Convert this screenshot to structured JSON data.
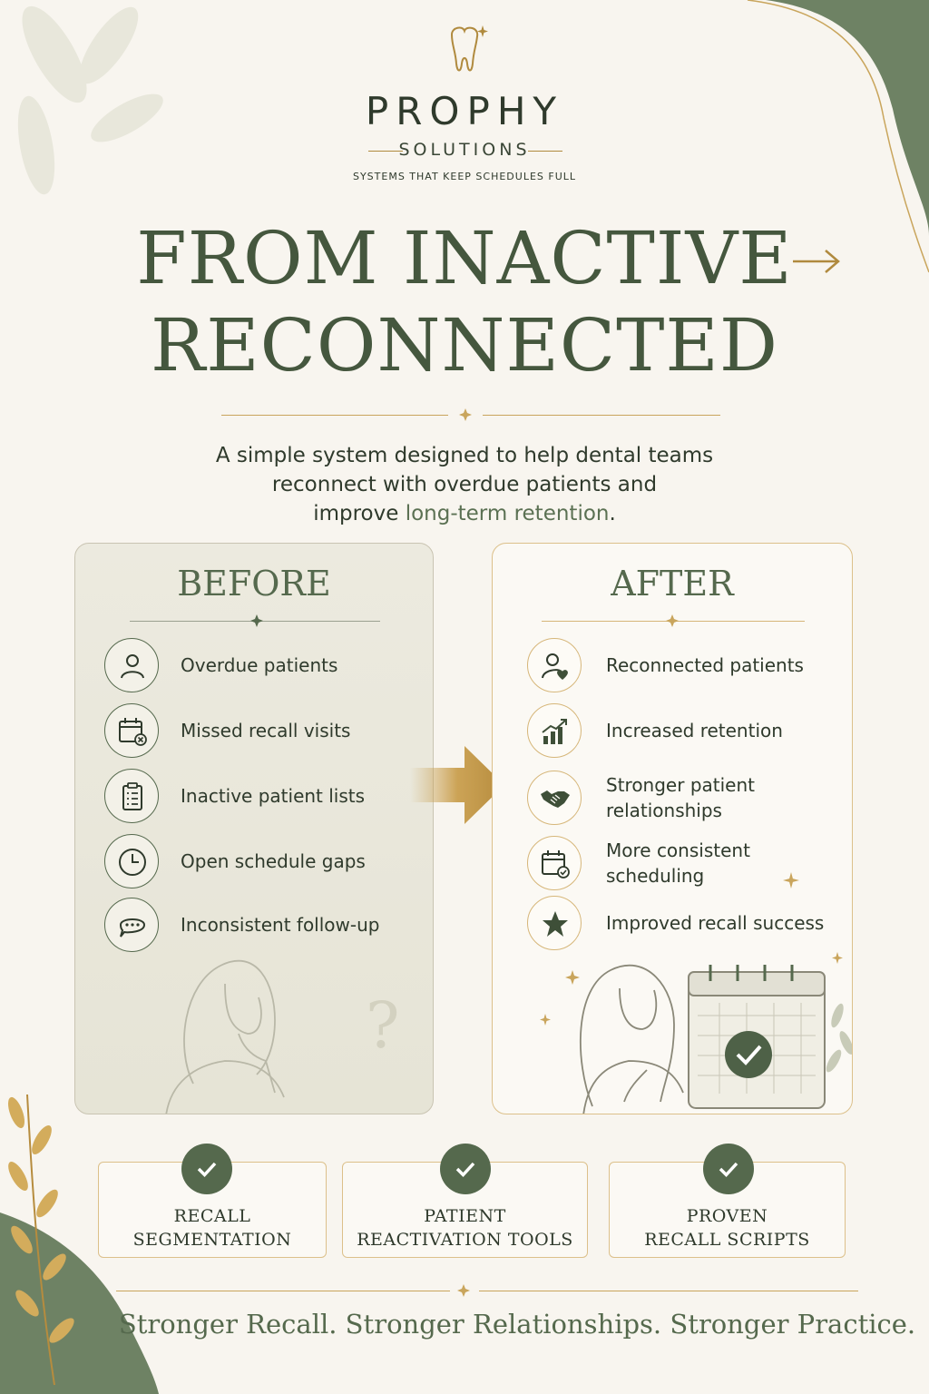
{
  "brand": {
    "name": "PROPHY",
    "sub": "SOLUTIONS",
    "tagline": "SYSTEMS THAT KEEP SCHEDULES FULL"
  },
  "headline": {
    "line1": "FROM INACTIVE",
    "line2": "RECONNECTED"
  },
  "intro": {
    "line1": "A simple system designed to help dental teams",
    "line2": "reconnect with overdue patients and",
    "line3_pre": "improve ",
    "line3_highlight": "long-term retention",
    "line3_post": "."
  },
  "before": {
    "title": "BEFORE",
    "items": [
      {
        "label": "Overdue patients",
        "icon": "user-icon"
      },
      {
        "label": "Missed recall visits",
        "icon": "calendar-x-icon"
      },
      {
        "label": "Inactive patient lists",
        "icon": "clipboard-list-icon"
      },
      {
        "label": "Open schedule gaps",
        "icon": "clock-icon"
      },
      {
        "label": "Inconsistent follow-up",
        "icon": "chat-bubble-icon"
      }
    ]
  },
  "after": {
    "title": "AFTER",
    "items": [
      {
        "label": "Reconnected patients",
        "icon": "user-heart-icon"
      },
      {
        "label": "Increased retention",
        "icon": "growth-chart-icon"
      },
      {
        "label": "Stronger patient",
        "label2": "relationships",
        "icon": "handshake-icon"
      },
      {
        "label": "More consistent",
        "label2": "scheduling",
        "icon": "calendar-check-icon"
      },
      {
        "label": "Improved recall success",
        "icon": "star-icon"
      }
    ]
  },
  "features": [
    {
      "line1": "RECALL",
      "line2": "SEGMENTATION"
    },
    {
      "line1": "PATIENT",
      "line2": "REACTIVATION TOOLS"
    },
    {
      "line1": "PROVEN",
      "line2": "RECALL SCRIPTS"
    }
  ],
  "footer": "Stronger Recall. Stronger Relationships. Stronger Practice.",
  "colors": {
    "background": "#f8f5ef",
    "primary_green": "#55694d",
    "gold": "#c9a55c",
    "text": "#2f3a2c"
  }
}
